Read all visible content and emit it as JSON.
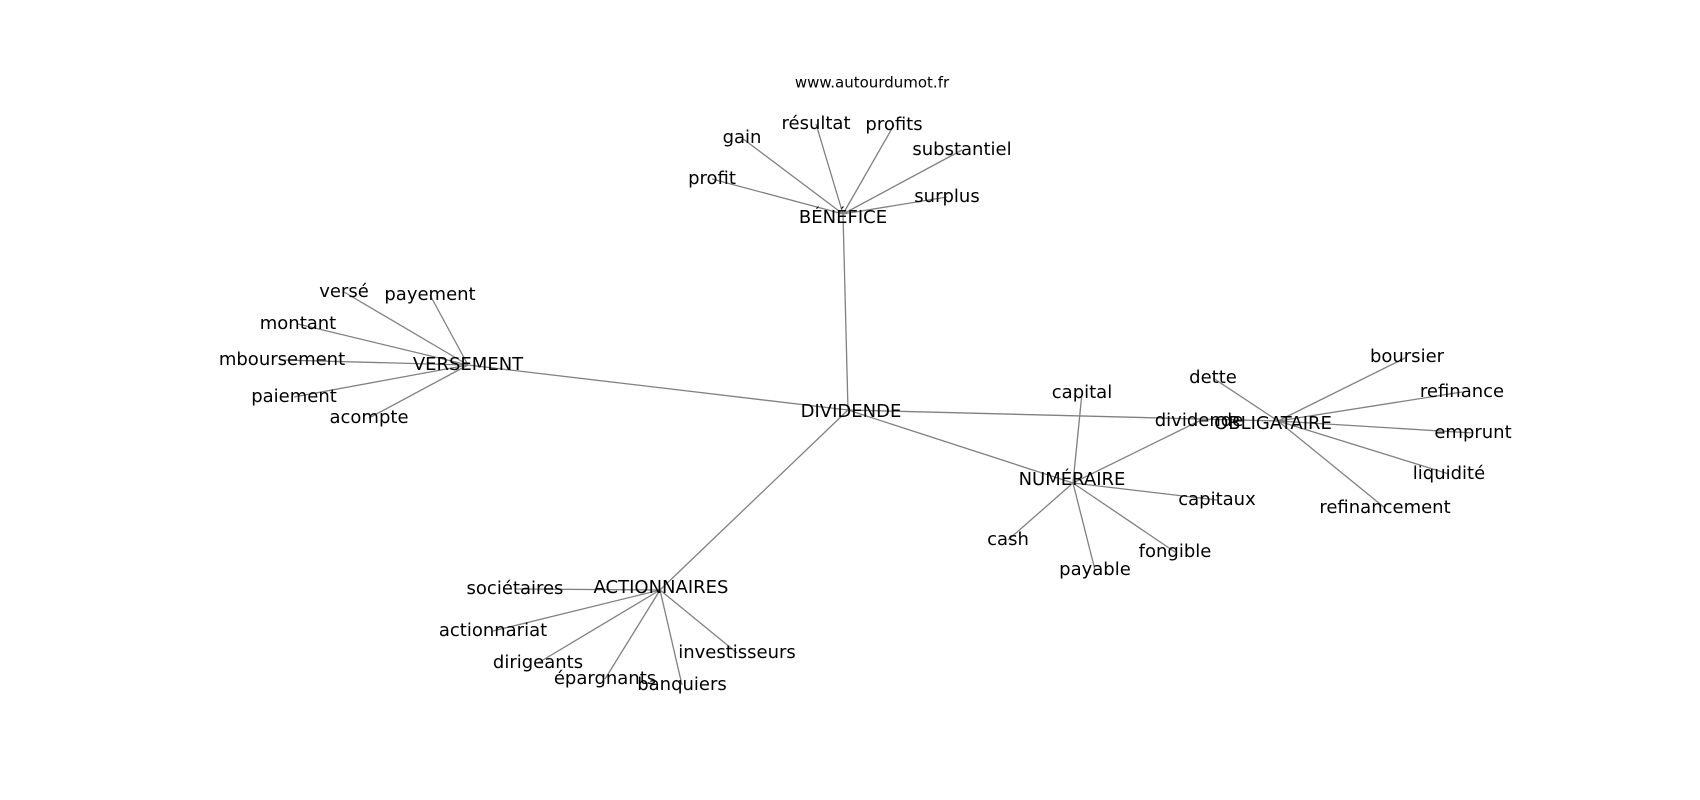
{
  "source_label": "www.autourdumot.fr",
  "nodes": [
    {
      "id": "dividende",
      "label": "DIVIDENDE"
    },
    {
      "id": "benefice",
      "label": "BÉNÉFICE"
    },
    {
      "id": "versement",
      "label": "VERSEMENT"
    },
    {
      "id": "numeraire",
      "label": "NUMÉRAIRE"
    },
    {
      "id": "obligataire",
      "label": "OBLIGATAIRE"
    },
    {
      "id": "actionnaires",
      "label": "ACTIONNAIRES"
    },
    {
      "id": "gain",
      "label": "gain"
    },
    {
      "id": "resultat",
      "label": "résultat"
    },
    {
      "id": "profits",
      "label": "profits"
    },
    {
      "id": "substantiel",
      "label": "substantiel"
    },
    {
      "id": "profit",
      "label": "profit"
    },
    {
      "id": "surplus",
      "label": "surplus"
    },
    {
      "id": "verse",
      "label": "versé"
    },
    {
      "id": "payement",
      "label": "payement"
    },
    {
      "id": "montant",
      "label": "montant"
    },
    {
      "id": "remboursement",
      "label": "mboursement"
    },
    {
      "id": "paiement",
      "label": "paiement"
    },
    {
      "id": "acompte",
      "label": "acompte"
    },
    {
      "id": "capital",
      "label": "capital"
    },
    {
      "id": "capitaux",
      "label": "capitaux"
    },
    {
      "id": "cash",
      "label": "cash"
    },
    {
      "id": "fongible",
      "label": "fongible"
    },
    {
      "id": "payable",
      "label": "payable"
    },
    {
      "id": "dividende2",
      "label": "dividende"
    },
    {
      "id": "dette",
      "label": "dette"
    },
    {
      "id": "boursier",
      "label": "boursier"
    },
    {
      "id": "refinance",
      "label": "refinance"
    },
    {
      "id": "emprunt",
      "label": "emprunt"
    },
    {
      "id": "liquidite",
      "label": "liquidité"
    },
    {
      "id": "refinancement",
      "label": "refinancement"
    },
    {
      "id": "societaires",
      "label": "sociétaires"
    },
    {
      "id": "actionnariat",
      "label": "actionnariat"
    },
    {
      "id": "dirigeants",
      "label": "dirigeants"
    },
    {
      "id": "epargnants",
      "label": "épargnants"
    },
    {
      "id": "banquiers",
      "label": "banquiers"
    },
    {
      "id": "investisseurs",
      "label": "investisseurs"
    }
  ],
  "edges": [
    [
      "dividende",
      "benefice"
    ],
    [
      "dividende",
      "versement"
    ],
    [
      "dividende",
      "numeraire"
    ],
    [
      "dividende",
      "obligataire"
    ],
    [
      "dividende",
      "actionnaires"
    ],
    [
      "benefice",
      "gain"
    ],
    [
      "benefice",
      "resultat"
    ],
    [
      "benefice",
      "profits"
    ],
    [
      "benefice",
      "substantiel"
    ],
    [
      "benefice",
      "profit"
    ],
    [
      "benefice",
      "surplus"
    ],
    [
      "versement",
      "verse"
    ],
    [
      "versement",
      "payement"
    ],
    [
      "versement",
      "montant"
    ],
    [
      "versement",
      "remboursement"
    ],
    [
      "versement",
      "paiement"
    ],
    [
      "versement",
      "acompte"
    ],
    [
      "numeraire",
      "capital"
    ],
    [
      "numeraire",
      "capitaux"
    ],
    [
      "numeraire",
      "cash"
    ],
    [
      "numeraire",
      "fongible"
    ],
    [
      "numeraire",
      "payable"
    ],
    [
      "numeraire",
      "dividende2"
    ],
    [
      "obligataire",
      "dette"
    ],
    [
      "obligataire",
      "boursier"
    ],
    [
      "obligataire",
      "refinance"
    ],
    [
      "obligataire",
      "emprunt"
    ],
    [
      "obligataire",
      "liquidite"
    ],
    [
      "obligataire",
      "refinancement"
    ],
    [
      "actionnaires",
      "societaires"
    ],
    [
      "actionnaires",
      "actionnariat"
    ],
    [
      "actionnaires",
      "dirigeants"
    ],
    [
      "actionnaires",
      "epargnants"
    ],
    [
      "actionnaires",
      "banquiers"
    ],
    [
      "actionnaires",
      "investisseurs"
    ]
  ]
}
